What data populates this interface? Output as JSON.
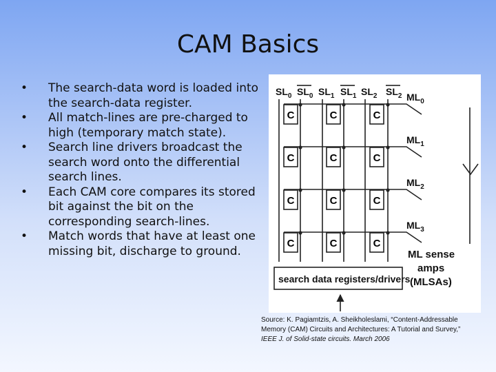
{
  "slide": {
    "title": "CAM Basics",
    "bullets": [
      "The search-data word is loaded into the search-data register.",
      "All match-lines are pre-charged to high (temporary match state).",
      "Search line drivers broadcast the search word onto the differential search lines.",
      "Each CAM core compares its stored bit against the bit on the corresponding search-lines.",
      "Match words that have at least one missing bit, discharge to ground."
    ]
  },
  "figure": {
    "search_lines": [
      "SL0",
      "SL0",
      "SL1",
      "SL1",
      "SL2",
      "SL2"
    ],
    "match_lines": [
      "ML0",
      "ML1",
      "ML2",
      "ML3"
    ],
    "cell_label": "C",
    "register_label": "search data registers/drivers",
    "sense_label_1": "ML sense",
    "sense_label_2": "amps",
    "sense_label_3": "(MLSAs)"
  },
  "source": {
    "line1": "Source: K. Pagiamtzis, A. Sheikholeslami, “Content-Addressable",
    "line2": "Memory (CAM) Circuits and Architectures: A Tutorial and Survey,”",
    "line3": "IEEE J. of Solid-state circuits. March 2006"
  }
}
